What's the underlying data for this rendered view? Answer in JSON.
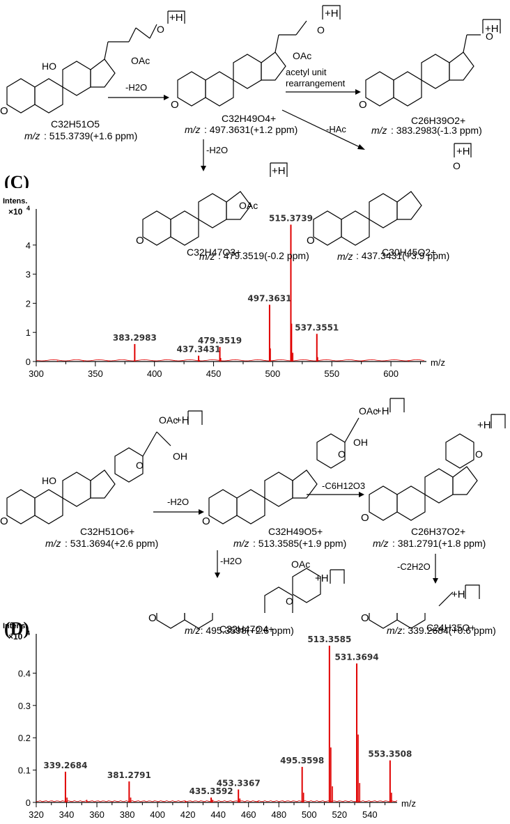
{
  "panel_c": {
    "label": "(C)",
    "structures": [
      {
        "formula": "C32H51O5",
        "mz": "m/z",
        "mz_value": ": 515.3739(+1.6 ppm)",
        "adduct": "",
        "subs": [
          "HO",
          "O",
          "OAc"
        ]
      },
      {
        "formula": "C32H49O4+",
        "mz": "m/z",
        "mz_value": ": 497.3631(+1.2 ppm)",
        "adduct": "+H",
        "subs": [
          "O",
          "OAc"
        ]
      },
      {
        "formula": "C26H39O2+",
        "mz": "m/z",
        "mz_value": " : 383.2983(-1.3 ppm)",
        "adduct": "+H",
        "subs": [
          "O"
        ]
      },
      {
        "formula": "C32H47O3+",
        "mz": "m/z",
        "mz_value": ": 479.3519(-0.2 ppm)",
        "adduct": "+H",
        "subs": [
          "OAc"
        ]
      },
      {
        "formula": "C30H45O2+",
        "mz": "m/z",
        "mz_value": ": 437.3431(+3.9 ppm)",
        "adduct": "+H",
        "subs": [
          "O"
        ]
      }
    ],
    "first_adduct": "+H",
    "arrows": {
      "a1": "-H2O",
      "a2_line1": "acetyl unit",
      "a2_line2": "rearrangement",
      "a3": "-HAc",
      "a4": "-H2O"
    }
  },
  "panel_d": {
    "label": "(D)",
    "structures": [
      {
        "formula": "C32H51O6+",
        "mz": "m/z",
        "mz_value": ": 531.3694(+2.6 ppm)",
        "adduct": "+H",
        "subs": [
          "HO",
          "OAc",
          "OH",
          "O",
          "O"
        ]
      },
      {
        "formula": "C32H49O5+",
        "mz": "m/z",
        "mz_value": ": 513.3585(+1.9 ppm)",
        "adduct": "+H",
        "subs": [
          "OAc",
          "OH",
          "O",
          "O"
        ]
      },
      {
        "formula": "C26H37O2+",
        "mz": "m/z",
        "mz_value": ": 381.2791(+1.8 ppm)",
        "adduct": "+H",
        "subs": [
          "O",
          "O"
        ]
      },
      {
        "formula": "C32H47O4+",
        "mz": "m/z",
        "mz_value": ": 495.3598(+2.6 ppm)",
        "adduct": "+H",
        "subs": [
          "OAc",
          "O",
          "O"
        ]
      },
      {
        "formula": "C24H35O+",
        "mz": "m/z",
        "mz_value": ": 339.2684(+0.6 ppm)",
        "adduct": "+H",
        "subs": [
          "O"
        ]
      }
    ],
    "arrows": {
      "a1": "-H2O",
      "a2": "-C6H12O3",
      "a3": "-H2O",
      "a4": "-C2H2O"
    }
  },
  "chart_data": [
    {
      "type": "bar",
      "ylabel": "Intens.",
      "yunit": "×10",
      "yexp": "4",
      "xlabel": "m/z",
      "xlim": [
        300,
        630
      ],
      "ylim": [
        0,
        5
      ],
      "xticks": [
        300,
        350,
        400,
        450,
        500,
        550,
        600
      ],
      "yticks": [
        0,
        1,
        2,
        3,
        4
      ],
      "color": "#e00000",
      "peaks": [
        {
          "x": 383.2983,
          "y": 0.6,
          "label": "383.2983"
        },
        {
          "x": 437.3431,
          "y": 0.2,
          "label": "437.3431"
        },
        {
          "x": 455.3,
          "y": 0.5,
          "label": "479.3519"
        },
        {
          "x": 497.3631,
          "y": 1.95,
          "label": "497.3631"
        },
        {
          "x": 515.3739,
          "y": 4.7,
          "label": "515.3739"
        },
        {
          "x": 537.3551,
          "y": 0.95,
          "label": "537.3551"
        }
      ],
      "minor_peaks": [
        {
          "x": 437.9,
          "y": 0.05
        },
        {
          "x": 456.0,
          "y": 0.12
        },
        {
          "x": 498.0,
          "y": 0.45
        },
        {
          "x": 516.0,
          "y": 1.3
        },
        {
          "x": 517.0,
          "y": 0.3
        },
        {
          "x": 538.0,
          "y": 0.15
        },
        {
          "x": 318,
          "y": 0.03
        },
        {
          "x": 340,
          "y": 0.03
        },
        {
          "x": 361,
          "y": 0.03
        },
        {
          "x": 576,
          "y": 0.03
        },
        {
          "x": 615,
          "y": 0.04
        }
      ]
    },
    {
      "type": "bar",
      "ylabel": "Intens.",
      "yunit": "×10",
      "yexp": "4",
      "xlabel": "m/z",
      "xlim": [
        320,
        558
      ],
      "ylim": [
        0,
        0.5
      ],
      "xticks": [
        320,
        340,
        360,
        380,
        400,
        420,
        440,
        460,
        480,
        500,
        520,
        540
      ],
      "yticks": [
        "0",
        "0.1",
        "0.2",
        "0.3",
        "0.4"
      ],
      "color": "#e00000",
      "peaks": [
        {
          "x": 339.2684,
          "y": 0.095,
          "label": "339.2684"
        },
        {
          "x": 381.2791,
          "y": 0.065,
          "label": "381.2791"
        },
        {
          "x": 435.3592,
          "y": 0.015,
          "label": "435.3592"
        },
        {
          "x": 453.3367,
          "y": 0.04,
          "label": "453.3367"
        },
        {
          "x": 495.3598,
          "y": 0.11,
          "label": "495.3598"
        },
        {
          "x": 513.3585,
          "y": 0.485,
          "label": "513.3585"
        },
        {
          "x": 531.3694,
          "y": 0.43,
          "label": "531.3694"
        },
        {
          "x": 553.3508,
          "y": 0.13,
          "label": "553.3508"
        }
      ],
      "minor_peaks": [
        {
          "x": 340.3,
          "y": 0.015
        },
        {
          "x": 353.3,
          "y": 0.008
        },
        {
          "x": 382.3,
          "y": 0.015
        },
        {
          "x": 436.3,
          "y": 0.008
        },
        {
          "x": 454.3,
          "y": 0.012
        },
        {
          "x": 496.3,
          "y": 0.03
        },
        {
          "x": 514.3,
          "y": 0.17
        },
        {
          "x": 515.3,
          "y": 0.05
        },
        {
          "x": 532.3,
          "y": 0.21
        },
        {
          "x": 533.3,
          "y": 0.06
        },
        {
          "x": 554.3,
          "y": 0.03
        },
        {
          "x": 418.3,
          "y": 0.005
        },
        {
          "x": 466.3,
          "y": 0.004
        }
      ]
    }
  ]
}
